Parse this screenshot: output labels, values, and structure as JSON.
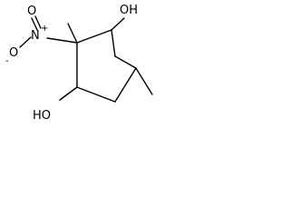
{
  "structure": {
    "atoms": {
      "oh_top": "OH",
      "oh_bottom": "HO",
      "nitro_n": "N",
      "nitro_n_charge": "+",
      "nitro_o_double": "O",
      "nitro_o_single": "O",
      "nitro_o_charge": "-"
    }
  }
}
